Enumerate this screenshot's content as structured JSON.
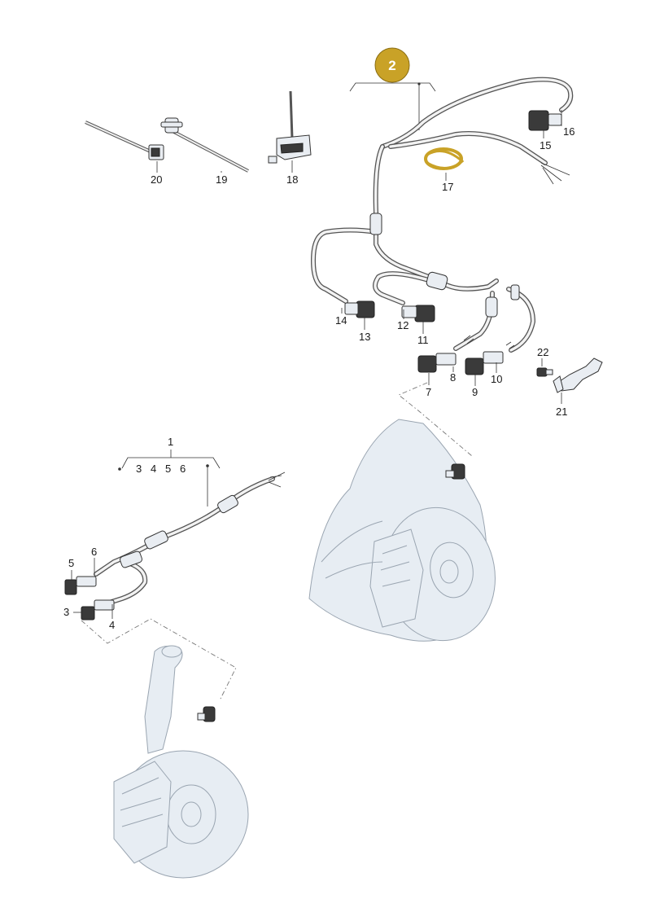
{
  "badge": {
    "label": "2",
    "color": "#c9a227"
  },
  "callouts": {
    "n1": "1",
    "n3": "3",
    "n4": "4",
    "n5": "5",
    "n6": "6",
    "n7": "7",
    "n8": "8",
    "n9": "9",
    "n10": "10",
    "n11": "11",
    "n12": "12",
    "n13": "13",
    "n14": "14",
    "n15": "15",
    "n16": "16",
    "n17": "17",
    "n18": "18",
    "n19": "19",
    "n20": "20",
    "n21": "21",
    "n22": "22"
  },
  "group_1_members": {
    "a": "3",
    "b": "4",
    "c": "5",
    "d": "6"
  },
  "colors": {
    "highlight": "#c9a227",
    "line": "#333333",
    "ghost_fill": "#e7edf3"
  }
}
